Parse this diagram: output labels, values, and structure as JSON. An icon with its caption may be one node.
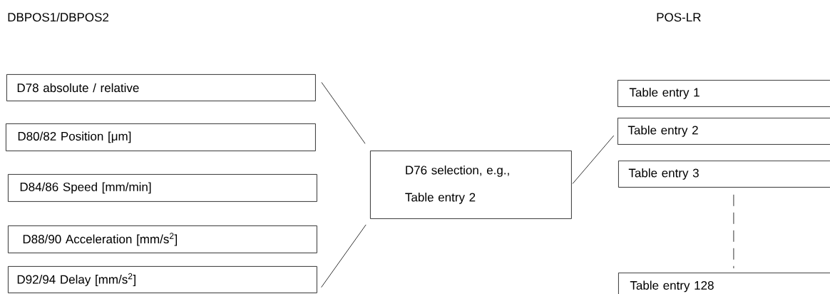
{
  "diagram": {
    "nodes": [
      {
        "text": [
          "D78 absolute / relative"
        ]
      },
      {
        "text": [
          "D80/82 Position [μm]"
        ]
      },
      {
        "text": [
          "D84/86 Speed [mm/min]"
        ]
      },
      {
        "text": [
          "D88/90 Acceleration [mm/s$^{2}$]"
        ]
      },
      {
        "text": [
          "D92/94 Delay [mm/s$^{2}$]"
        ]
      },
      {
        "text": [
          "D76 selection, e.g., Table entry 2"
        ]
      },
      {
        "text": [
          "Table entry 1"
        ]
      },
      {
        "text": [
          "Table entry 2"
        ]
      },
      {
        "text": [
          "Table entry 3"
        ]
      },
      {
        "text": [
          "Table entry 128"
        ]
      }
    ],
    "edges": [
      {
        "from": 0,
        "to": 5,
        "arrow": "none"
      },
      {
        "from": 4,
        "to": 5,
        "arrow": "none"
      },
      {
        "from": 5,
        "to": 7,
        "arrow": "none"
      },
      {
        "from": 8,
        "to": 9,
        "arrow": "none",
        "style": "dashed"
      }
    ],
    "labels": [
      "DBPOS1/DBPOS2",
      "POS-LR"
    ]
  }
}
